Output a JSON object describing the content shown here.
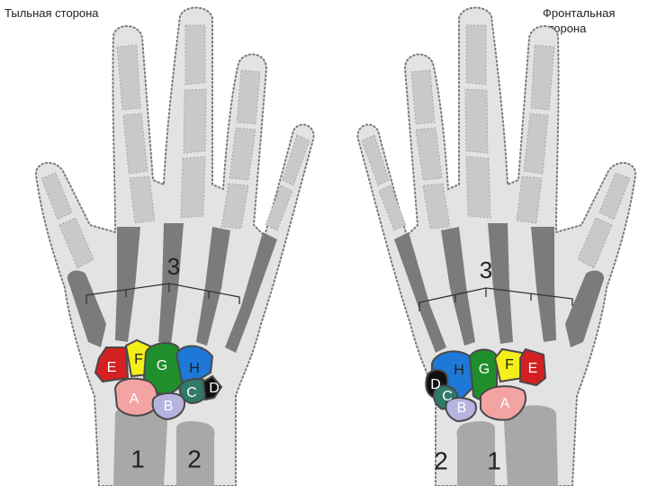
{
  "captions": {
    "left": "Тыльная сторона",
    "right": "Фронтальная сторона"
  },
  "hands": {
    "left": {
      "metacarpal_label": "3",
      "forearm_labels": [
        "1",
        "2"
      ],
      "carpals": [
        "E",
        "F",
        "G",
        "H",
        "A",
        "B",
        "C",
        "D"
      ]
    },
    "right": {
      "metacarpal_label": "3",
      "forearm_labels": [
        "2",
        "1"
      ],
      "carpals": [
        "H",
        "G",
        "F",
        "E",
        "D",
        "C",
        "B",
        "A"
      ]
    }
  },
  "carpal_colors": {
    "A": "#f4a3a3",
    "B": "#b6b3e0",
    "C": "#2f7a68",
    "D": "#111111",
    "E": "#d42020",
    "F": "#f4ee1a",
    "G": "#1f8f2c",
    "H": "#1d78d6"
  }
}
